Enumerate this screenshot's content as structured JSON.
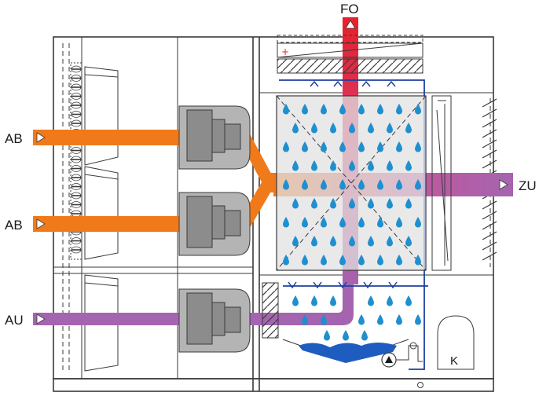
{
  "labels": {
    "exhaust_top": "AB",
    "exhaust_bottom": "AB",
    "outdoor": "AU",
    "supply": "ZU",
    "exhaust_out": "FO",
    "tank": "K"
  },
  "colors": {
    "exhaust_air": "#f07a1a",
    "outdoor_air": "#a564b0",
    "exhaust_out_air": "#e8202a",
    "water": "#1f8fcf",
    "water_pipe": "#1f3f9f",
    "fan": "#8c8c8c",
    "heat_exchanger": "#e1e1e1"
  },
  "icons": {
    "flow_arrow": "triangle-right-icon",
    "flow_up": "triangle-up-icon",
    "pump": "pump-icon",
    "heater_mark": "plus-icon"
  }
}
